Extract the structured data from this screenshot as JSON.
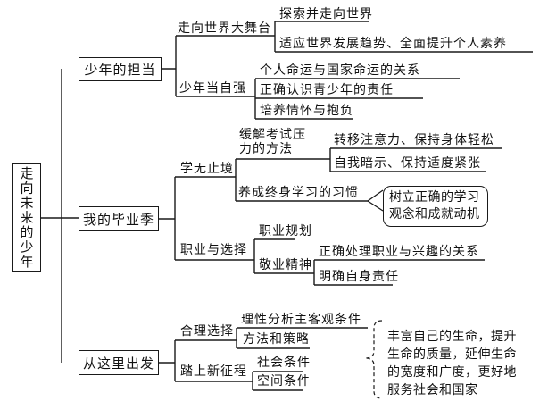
{
  "diagram": {
    "root": "走向未来的少年",
    "branch1": {
      "label": "少年的担当",
      "world_stage": "走向世界大舞台",
      "explore_world": "探索并走向世界",
      "adapt_trends": "适应世界发展趋势、全面提升个人素养",
      "self_strive": "少年当自强",
      "destiny_relation": "个人命运与国家命运的关系",
      "recognize_responsibility": "正确认识青少年的责任",
      "cultivate_aspiration": "培养情怀与抱负"
    },
    "branch2": {
      "label": "我的毕业季",
      "endless_learning": "学无止境",
      "relieve_pressure": "缓解考试压力的方法",
      "divert_attention": "转移注意力、保持身体轻松",
      "self_suggestion": "自我暗示、保持适度紧张",
      "lifelong_learning": "养成终身学习的习惯",
      "learning_motivation": "树立正确的学习观念和成就动机",
      "career_choice": "职业与选择",
      "career_planning": "职业规划",
      "dedication": "敬业精神",
      "career_interest": "正确处理职业与兴趣的关系",
      "own_responsibility": "明确自身责任"
    },
    "branch3": {
      "label": "从这里出发",
      "reasonable_choice": "合理选择",
      "rational_analysis": "理性分析主客观条件",
      "methods_strategies": "方法和策略",
      "new_journey": "踏上新征程",
      "social_conditions": "社会条件",
      "space_conditions": "空间条件",
      "annotation": "丰富自己的生命，提升生命的质量，延伸生命的宽度和广度，更好地服务社会和国家"
    }
  }
}
